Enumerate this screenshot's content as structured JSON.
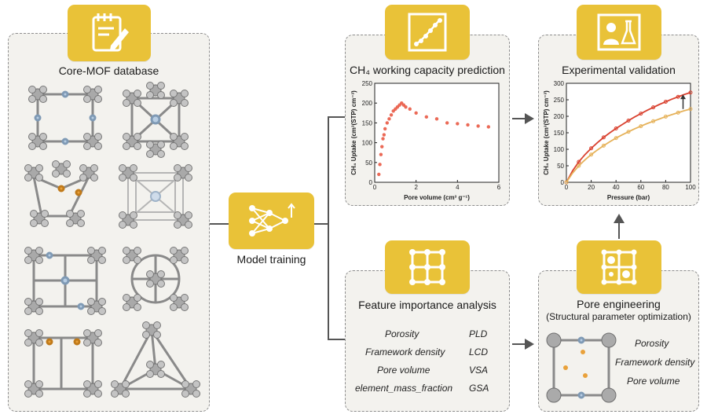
{
  "left_panel": {
    "title": "Core-MOF database"
  },
  "model": {
    "label": "Model training"
  },
  "prediction": {
    "title": "CH₄ working capacity prediction",
    "chart_data": {
      "type": "scatter",
      "xlabel": "Pore volume (cm³ g⁻¹)",
      "ylabel": "CH₄ Uptake (cm³(STP) cm⁻³)",
      "xlim": [
        0,
        6
      ],
      "ylim": [
        0,
        250
      ],
      "xticks": [
        "0",
        "2",
        "4",
        "6"
      ],
      "yticks": [
        "0",
        "50",
        "100",
        "150",
        "200",
        "250"
      ],
      "color": "#e8503a",
      "points": [
        [
          0.2,
          20
        ],
        [
          0.25,
          45
        ],
        [
          0.3,
          70
        ],
        [
          0.35,
          90
        ],
        [
          0.4,
          110
        ],
        [
          0.45,
          120
        ],
        [
          0.5,
          135
        ],
        [
          0.6,
          150
        ],
        [
          0.7,
          160
        ],
        [
          0.8,
          170
        ],
        [
          0.9,
          180
        ],
        [
          1.0,
          185
        ],
        [
          1.1,
          190
        ],
        [
          1.2,
          195
        ],
        [
          1.3,
          200
        ],
        [
          1.4,
          195
        ],
        [
          1.5,
          190
        ],
        [
          1.7,
          185
        ],
        [
          2.0,
          175
        ],
        [
          2.5,
          165
        ],
        [
          3.0,
          160
        ],
        [
          3.5,
          150
        ],
        [
          4.0,
          148
        ],
        [
          4.5,
          145
        ],
        [
          5.0,
          142
        ],
        [
          5.5,
          140
        ]
      ]
    }
  },
  "validation": {
    "title": "Experimental validation",
    "chart_data": {
      "type": "line",
      "xlabel": "Pressure (bar)",
      "ylabel": "CH₄ Uptake (cm³(STP) cm⁻³)",
      "xlim": [
        0,
        100
      ],
      "ylim": [
        0,
        300
      ],
      "xticks": [
        "0",
        "20",
        "40",
        "60",
        "80",
        "100"
      ],
      "yticks": [
        "0",
        "50",
        "100",
        "150",
        "200",
        "250",
        "300"
      ],
      "x": [
        0,
        5,
        10,
        15,
        20,
        25,
        30,
        35,
        40,
        45,
        50,
        55,
        60,
        65,
        70,
        75,
        80,
        85,
        90,
        95,
        100
      ],
      "series": [
        {
          "color": "#d9412f",
          "values": [
            0,
            35,
            62,
            84,
            103,
            120,
            136,
            150,
            163,
            175,
            187,
            198,
            208,
            218,
            227,
            236,
            244,
            252,
            259,
            266,
            272
          ]
        },
        {
          "color": "#e6b25a",
          "values": [
            0,
            28,
            50,
            68,
            84,
            98,
            111,
            123,
            134,
            144,
            153,
            162,
            170,
            178,
            185,
            192,
            199,
            205,
            211,
            217,
            222
          ]
        }
      ]
    }
  },
  "feature": {
    "title": "Feature importance analysis",
    "rows": [
      {
        "name": "Porosity",
        "code": "PLD"
      },
      {
        "name": "Framework density",
        "code": "LCD"
      },
      {
        "name": "Pore volume",
        "code": "VSA"
      },
      {
        "name": "element_mass_fraction",
        "code": "GSA"
      }
    ]
  },
  "pore": {
    "title": "Pore engineering",
    "subtitle": "(Structural parameter optimization)",
    "params": [
      "Porosity",
      "Framework density",
      "Pore volume"
    ]
  },
  "colors": {
    "badge": "#e9c238",
    "panel": "#f3f2ee",
    "arrow": "#555555"
  }
}
